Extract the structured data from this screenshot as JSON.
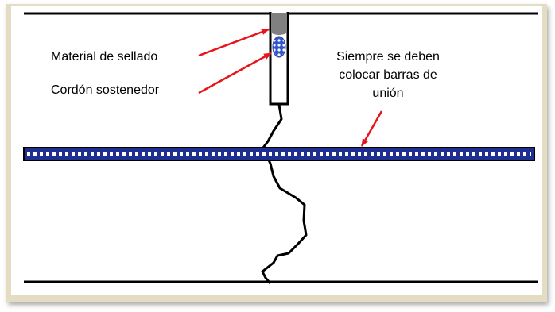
{
  "labels": {
    "sealant": "Material de sellado",
    "backer_rod": "Cordón sostenedor",
    "tie_bars_line1": "Siempre se deben",
    "tie_bars_line2": "colocar barras de",
    "tie_bars_line3": "unión"
  },
  "colors": {
    "frame": "#e4ddc4",
    "line": "#000000",
    "arrow": "#e8141a",
    "sealant": "#808080",
    "rod": "#3356c8",
    "bar_fill": "#1f2f8f",
    "bar_dash": "#ffffff"
  }
}
